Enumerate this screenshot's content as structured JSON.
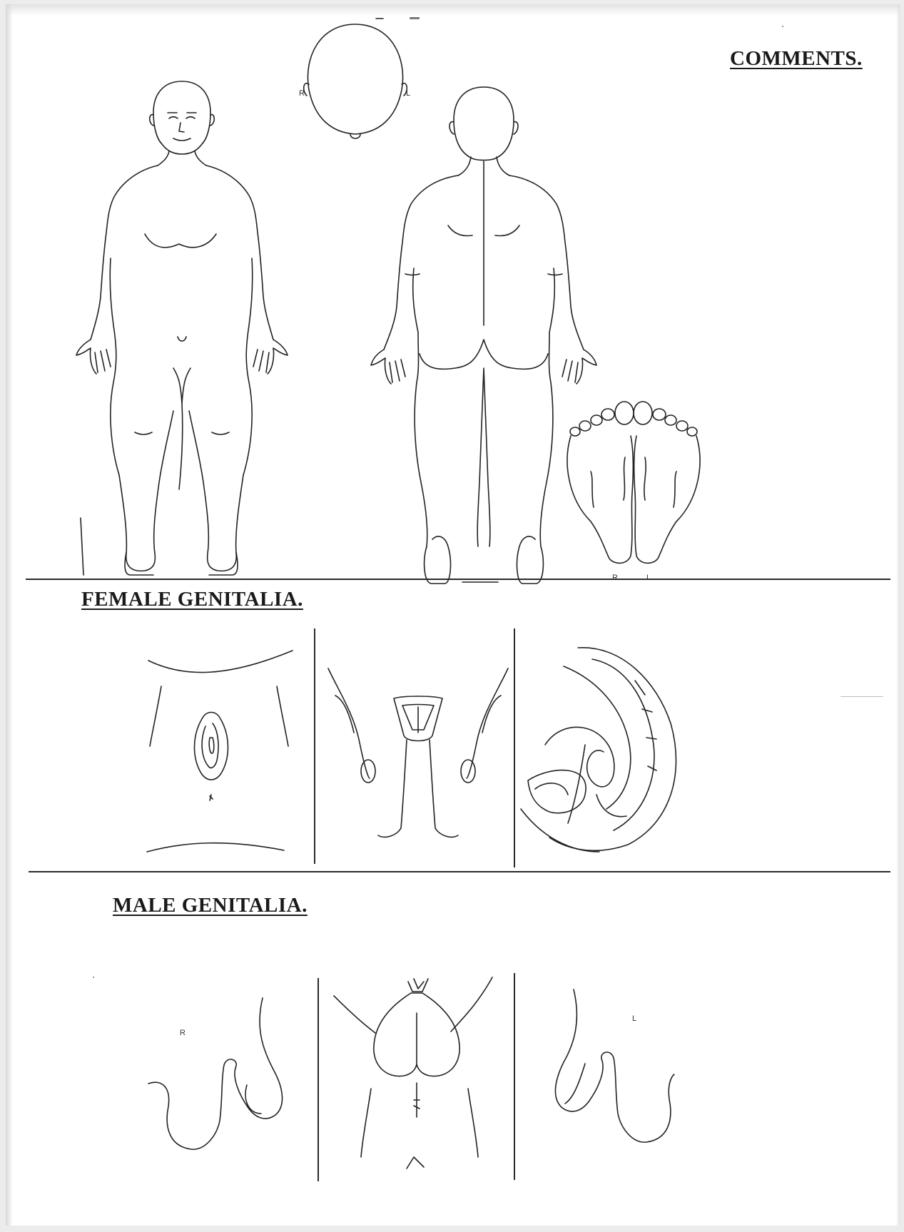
{
  "document": {
    "headings": {
      "comments": "COMMENTS.",
      "female_genitalia": "FEMALE GENITALIA.",
      "male_genitalia": "MALE GENITALIA."
    },
    "markers": {
      "right": "R",
      "left": "L"
    }
  }
}
